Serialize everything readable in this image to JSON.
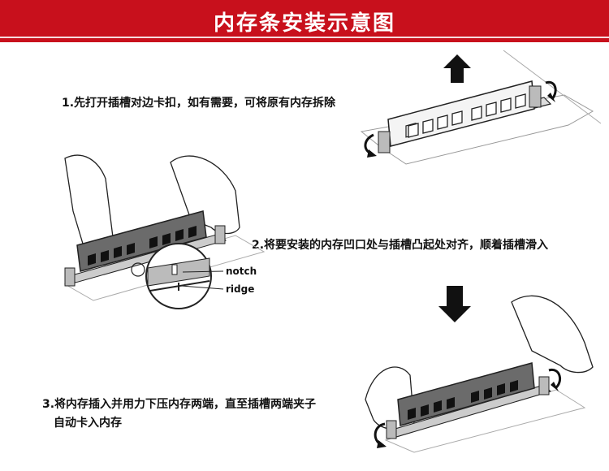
{
  "title": "内存条安装示意图",
  "steps": {
    "s1": "1.先打开插槽对边卡扣，如有需要，可将原有内存拆除",
    "s2": "2.将要安装的内存凹口处与插槽凸起处对齐，顺着插槽滑入",
    "s3_line1": "3.将内存插入并用力下压内存两端，直至插槽两端夹子",
    "s3_line2": "自动卡入内存"
  },
  "labels": {
    "notch": "notch",
    "ridge": "ridge"
  },
  "colors": {
    "header": "#c8101c",
    "ink": "#111111",
    "module": "#6b6b6b"
  },
  "icons": [
    "arrow-up-icon",
    "arrow-down-icon",
    "rotate-arrow-icon"
  ]
}
